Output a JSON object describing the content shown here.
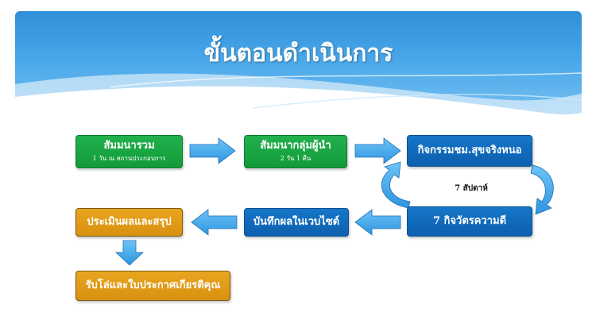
{
  "title": "ขั้นตอนดำเนินการ",
  "steps": {
    "step1": {
      "main": "สัมมนารวม",
      "sub": "1 วัน ณ สถานประกอบการ"
    },
    "step2": {
      "main": "สัมมนากลุ่มผู้นำ",
      "sub": "2 วัน 1 คืน"
    },
    "step3": {
      "main": "กิจกรรมชม.สุขจริงหนอ"
    },
    "step4": {
      "main": "7 กิจวัตรความดี"
    },
    "step5": {
      "main": "บันทึกผลในเวบไซต์"
    },
    "step6": {
      "main": "ประเมินผลและสรุป"
    },
    "step7": {
      "main": "รับโล่และใบประกาศเกียรติคุณ"
    }
  },
  "cycle_label": "7 สัปดาห์",
  "colors": {
    "green": "#1aa544",
    "blue": "#0d67b8",
    "gold": "#e09b18",
    "arrow": "#48aef0"
  }
}
